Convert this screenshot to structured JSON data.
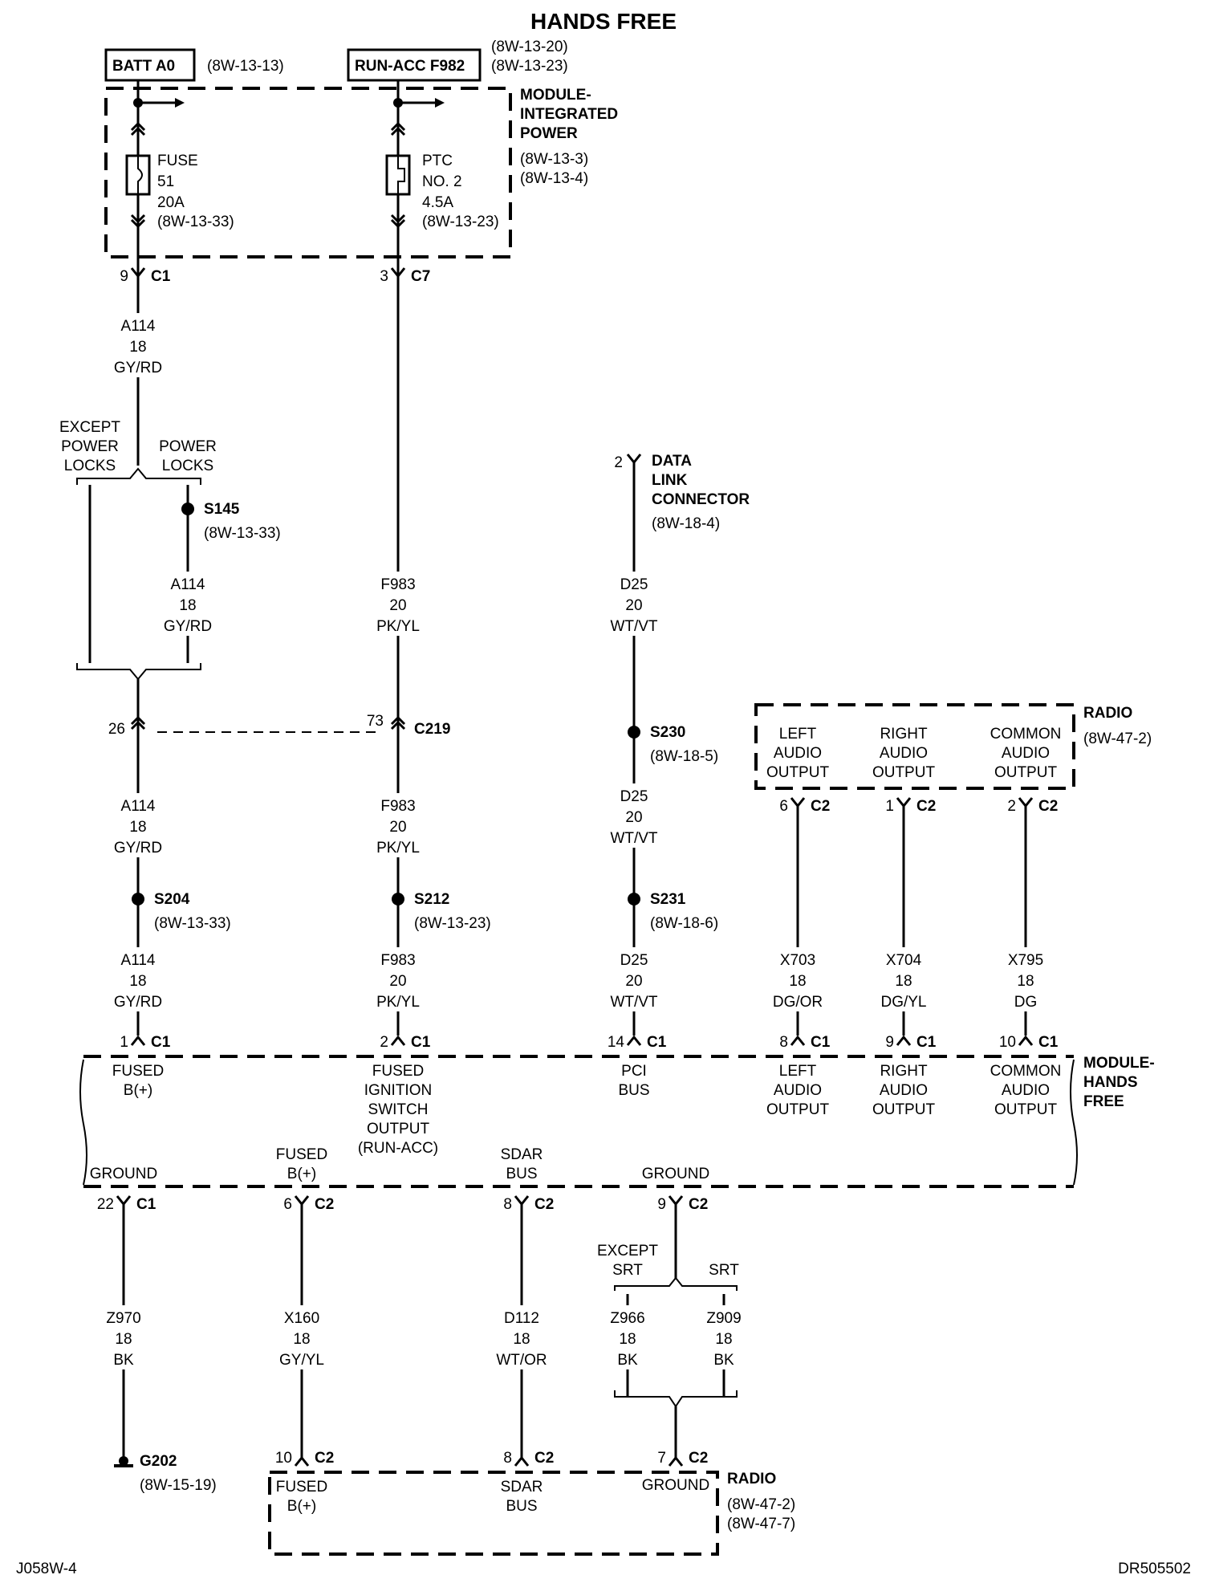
{
  "title": "HANDS FREE",
  "footer": {
    "left": "J058W-4",
    "right": "DR505502"
  },
  "sources": [
    {
      "label": "BATT A0",
      "ref": "(8W-13-13)"
    },
    {
      "label": "RUN-ACC F982",
      "ref1": "(8W-13-20)",
      "ref2": "(8W-13-23)"
    }
  ],
  "modules": {
    "power": {
      "name1": "MODULE-",
      "name2": "INTEGRATED",
      "name3": "POWER",
      "ref1": "(8W-13-3)",
      "ref2": "(8W-13-4)"
    },
    "radio_top": {
      "name": "RADIO",
      "ref": "(8W-47-2)"
    },
    "hands_free": {
      "name1": "MODULE-",
      "name2": "HANDS",
      "name3": "FREE"
    },
    "radio_bottom": {
      "name": "RADIO",
      "ref1": "(8W-47-2)",
      "ref2": "(8W-47-7)"
    }
  },
  "devices": {
    "fuse": [
      "FUSE",
      "51",
      "20A",
      "(8W-13-33)"
    ],
    "ptc": [
      "PTC",
      "NO. 2",
      "4.5A",
      "(8W-13-23)"
    ]
  },
  "connectors": [
    {
      "pin": "9",
      "name": "C1"
    },
    {
      "pin": "3",
      "name": "C7"
    },
    {
      "pin": "2",
      "name": ""
    },
    {
      "pin": "26",
      "name": ""
    },
    {
      "pin": "73",
      "name": "C219"
    },
    {
      "pin": "6",
      "name": "C2"
    },
    {
      "pin": "1",
      "name": "C2"
    },
    {
      "pin": "2",
      "name": "C2"
    },
    {
      "pin": "1",
      "name": "C1"
    },
    {
      "pin": "2",
      "name": "C1"
    },
    {
      "pin": "14",
      "name": "C1"
    },
    {
      "pin": "8",
      "name": "C1"
    },
    {
      "pin": "9",
      "name": "C1"
    },
    {
      "pin": "10",
      "name": "C1"
    },
    {
      "pin": "22",
      "name": "C1"
    },
    {
      "pin": "6",
      "name": "C2"
    },
    {
      "pin": "8",
      "name": "C2"
    },
    {
      "pin": "9",
      "name": "C2"
    },
    {
      "pin": "10",
      "name": "C2"
    },
    {
      "pin": "8",
      "name": "C2"
    },
    {
      "pin": "7",
      "name": "C2"
    }
  ],
  "wires": [
    [
      "A114",
      "18",
      "GY/RD"
    ],
    [
      "A114",
      "18",
      "GY/RD"
    ],
    [
      "A114",
      "18",
      "GY/RD"
    ],
    [
      "A114",
      "18",
      "GY/RD"
    ],
    [
      "F983",
      "20",
      "PK/YL"
    ],
    [
      "F983",
      "20",
      "PK/YL"
    ],
    [
      "F983",
      "20",
      "PK/YL"
    ],
    [
      "D25",
      "20",
      "WT/VT"
    ],
    [
      "D25",
      "20",
      "WT/VT"
    ],
    [
      "D25",
      "20",
      "WT/VT"
    ],
    [
      "X703",
      "18",
      "DG/OR"
    ],
    [
      "X704",
      "18",
      "DG/YL"
    ],
    [
      "X795",
      "18",
      "DG"
    ],
    [
      "Z970",
      "18",
      "BK"
    ],
    [
      "X160",
      "18",
      "GY/YL"
    ],
    [
      "D112",
      "18",
      "WT/OR"
    ],
    [
      "Z966",
      "18",
      "BK"
    ],
    [
      "Z909",
      "18",
      "BK"
    ]
  ],
  "splices": [
    {
      "name": "S145",
      "ref": "(8W-13-33)"
    },
    {
      "name": "S230",
      "ref": "(8W-18-5)"
    },
    {
      "name": "S204",
      "ref": "(8W-13-33)"
    },
    {
      "name": "S212",
      "ref": "(8W-13-23)"
    },
    {
      "name": "S231",
      "ref": "(8W-18-6)"
    }
  ],
  "ground": {
    "name": "G202",
    "ref": "(8W-15-19)"
  },
  "dlc": {
    "line1": "DATA",
    "line2": "LINK",
    "line3": "CONNECTOR",
    "ref": "(8W-18-4)"
  },
  "options": {
    "except_power_locks": [
      "EXCEPT",
      "POWER",
      "LOCKS"
    ],
    "power_locks": [
      "POWER",
      "LOCKS"
    ],
    "except_srt": [
      "EXCEPT",
      "SRT"
    ],
    "srt": "SRT"
  },
  "radio_pins": [
    [
      "LEFT",
      "AUDIO",
      "OUTPUT"
    ],
    [
      "RIGHT",
      "AUDIO",
      "OUTPUT"
    ],
    [
      "COMMON",
      "AUDIO",
      "OUTPUT"
    ]
  ],
  "hf_pins_top": [
    [
      "FUSED",
      "B(+)"
    ],
    [
      "FUSED",
      "IGNITION",
      "SWITCH",
      "OUTPUT",
      "(RUN-ACC)"
    ],
    [
      "PCI",
      "BUS"
    ],
    [
      "LEFT",
      "AUDIO",
      "OUTPUT"
    ],
    [
      "RIGHT",
      "AUDIO",
      "OUTPUT"
    ],
    [
      "COMMON",
      "AUDIO",
      "OUTPUT"
    ]
  ],
  "hf_pins_bottom": [
    [
      "GROUND"
    ],
    [
      "FUSED",
      "B(+)"
    ],
    [
      "SDAR",
      "BUS"
    ],
    [
      "GROUND"
    ]
  ],
  "radio_bottom_pins": [
    [
      "FUSED",
      "B(+)"
    ],
    [
      "SDAR",
      "BUS"
    ],
    [
      "GROUND"
    ]
  ]
}
